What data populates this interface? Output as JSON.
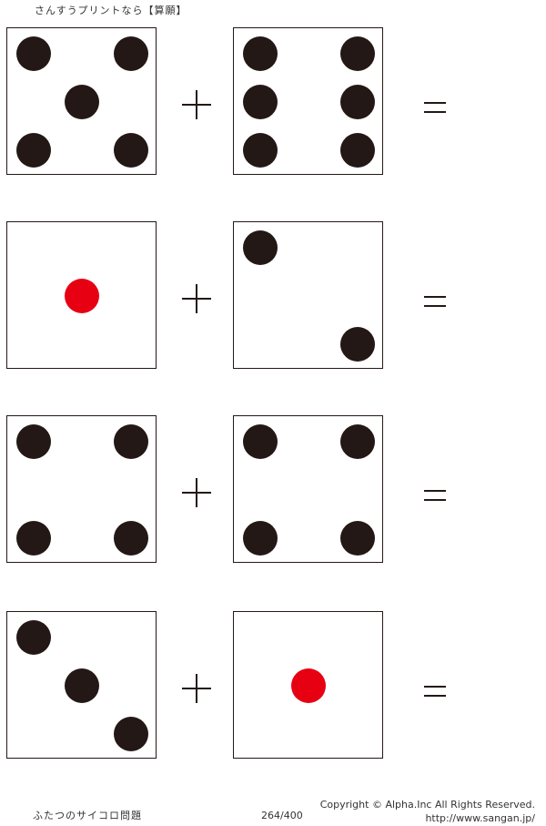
{
  "header": {
    "title": "さんすうプリントなら【算願】"
  },
  "problems": [
    {
      "left": {
        "value": 5,
        "pip_color": "#231815"
      },
      "operator": "+",
      "right": {
        "value": 6,
        "pip_color": "#231815"
      },
      "equals": "="
    },
    {
      "left": {
        "value": 1,
        "pip_color": "#e60012"
      },
      "operator": "+",
      "right": {
        "value": 2,
        "pip_color": "#231815"
      },
      "equals": "="
    },
    {
      "left": {
        "value": 4,
        "pip_color": "#231815"
      },
      "operator": "+",
      "right": {
        "value": 4,
        "pip_color": "#231815"
      },
      "equals": "="
    },
    {
      "left": {
        "value": 3,
        "pip_color": "#231815"
      },
      "operator": "+",
      "right": {
        "value": 1,
        "pip_color": "#e60012"
      },
      "equals": "="
    }
  ],
  "footer": {
    "title": "ふたつのサイコロ問題",
    "page": "264/400",
    "copyright": "Copyright ©  Alpha.Inc All Rights Reserved.",
    "url": "http://www.sangan.jp/"
  },
  "colors": {
    "pip": "#231815",
    "one_pip": "#e60012",
    "border": "#231815"
  }
}
